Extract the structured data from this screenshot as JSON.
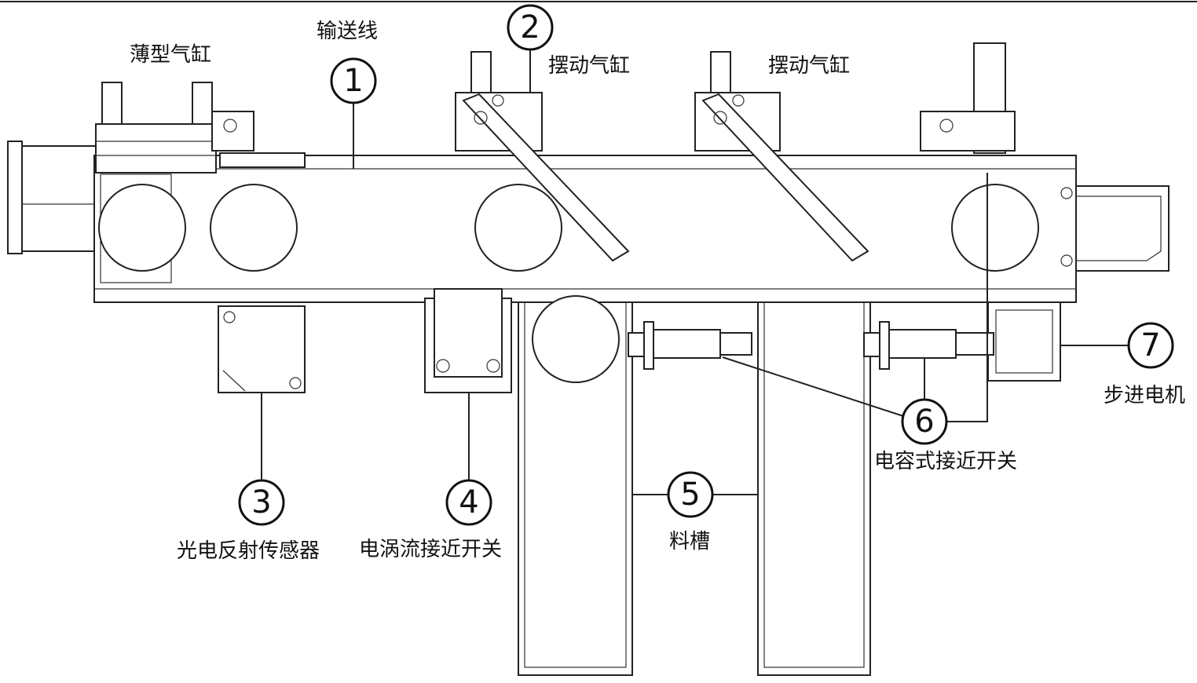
{
  "labels": {
    "thin_cylinder": "薄型气缸",
    "conveyor": "输送线",
    "swing_cylinder_1": "摆动气缸",
    "swing_cylinder_2": "摆动气缸",
    "photo_sensor": "光电反射传感器",
    "eddy_switch": "电涡流接近开关",
    "trough": "料槽",
    "capacitive_switch": "电容式接近开关",
    "stepper_motor": "步进电机"
  },
  "callouts": {
    "n1": "1",
    "n2": "2",
    "n3": "3",
    "n4": "4",
    "n5": "5",
    "n6": "6",
    "n7": "7"
  }
}
